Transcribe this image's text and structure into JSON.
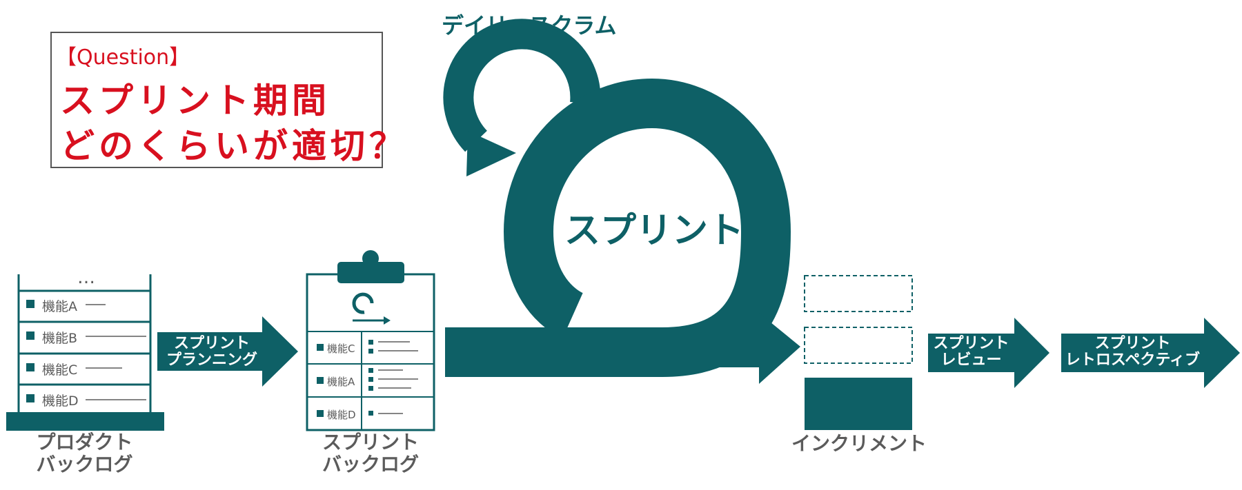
{
  "question": {
    "tag": "【Question】",
    "line1": "スプリント期間",
    "line2": "どのくらいが適切？"
  },
  "daily_scrum": "デイリースクラム",
  "sprint": "スプリント",
  "product_backlog": {
    "ellipsis": "…",
    "items": [
      "機能A",
      "機能B",
      "機能C",
      "機能D"
    ],
    "caption_line1": "プロダクト",
    "caption_line2": "バックログ"
  },
  "sprint_backlog": {
    "items": [
      "機能C",
      "機能A",
      "機能D"
    ],
    "caption_line1": "スプリント",
    "caption_line2": "バックログ"
  },
  "arrows": {
    "planning_line1": "スプリント",
    "planning_line2": "プランニング",
    "review_line1": "スプリント",
    "review_line2": "レビュー",
    "retro_line1": "スプリント",
    "retro_line2": "レトロスペクティブ"
  },
  "increment": {
    "caption": "インクリメント"
  },
  "colors": {
    "teal": "#0e6066",
    "red": "#d8101f",
    "gray": "#5b5b5b"
  }
}
